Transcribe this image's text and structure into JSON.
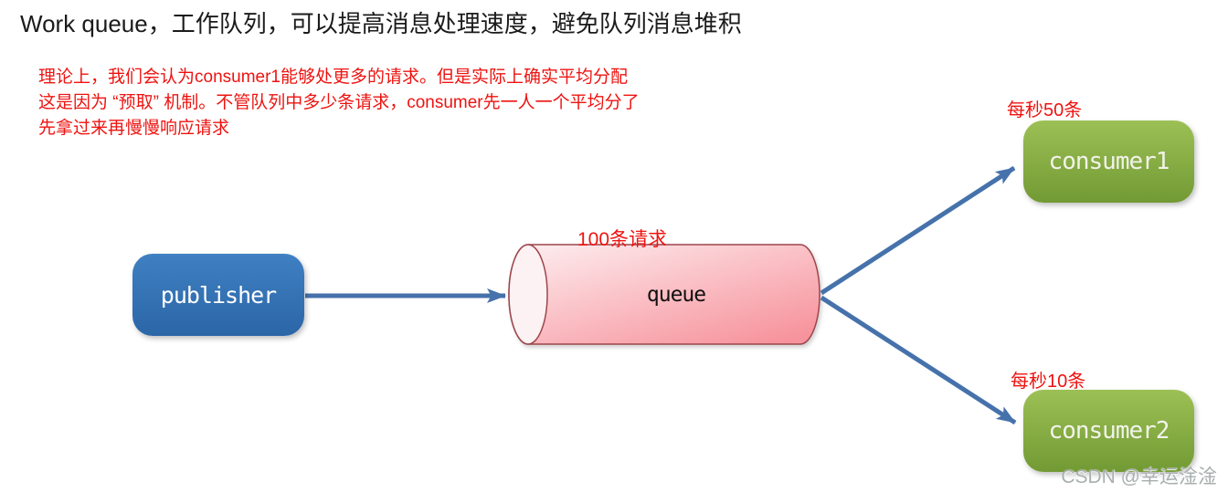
{
  "title": "Work queue，工作队列，可以提高消息处理速度，避免队列消息堆积",
  "annotation": {
    "lines": [
      "理论上，我们会认为consumer1能够处更多的请求。但是实际上确实平均分配",
      "这是因为 “预取” 机制。不管队列中多少条请求，consumer先一人一个平均分了",
      "先拿过来再慢慢响应请求"
    ]
  },
  "diagram": {
    "publisher": {
      "label": "publisher"
    },
    "queue": {
      "label": "queue",
      "count_label": "100条请求"
    },
    "consumers": [
      {
        "label": "consumer1",
        "rate_label": "每秒50条"
      },
      {
        "label": "consumer2",
        "rate_label": "每秒10条"
      }
    ]
  },
  "watermark": "CSDN @幸运淦淦",
  "colors": {
    "title_text": "#1b1b1b",
    "annotation_red": "#ee1310",
    "arrow_blue": "#4672ab",
    "publisher_top": "#3f80c2",
    "publisher_bottom": "#2b66a7",
    "consumer_top": "#9cc055",
    "consumer_bottom": "#729a34",
    "queue_light": "#fdeff1",
    "queue_dark": "#f7939c",
    "queue_cap": "#fcf1f3",
    "queue_stroke": "#9c464b",
    "node_text": "#ffffff",
    "queue_text": "#111111",
    "watermark_gray": "#a8aeae"
  }
}
